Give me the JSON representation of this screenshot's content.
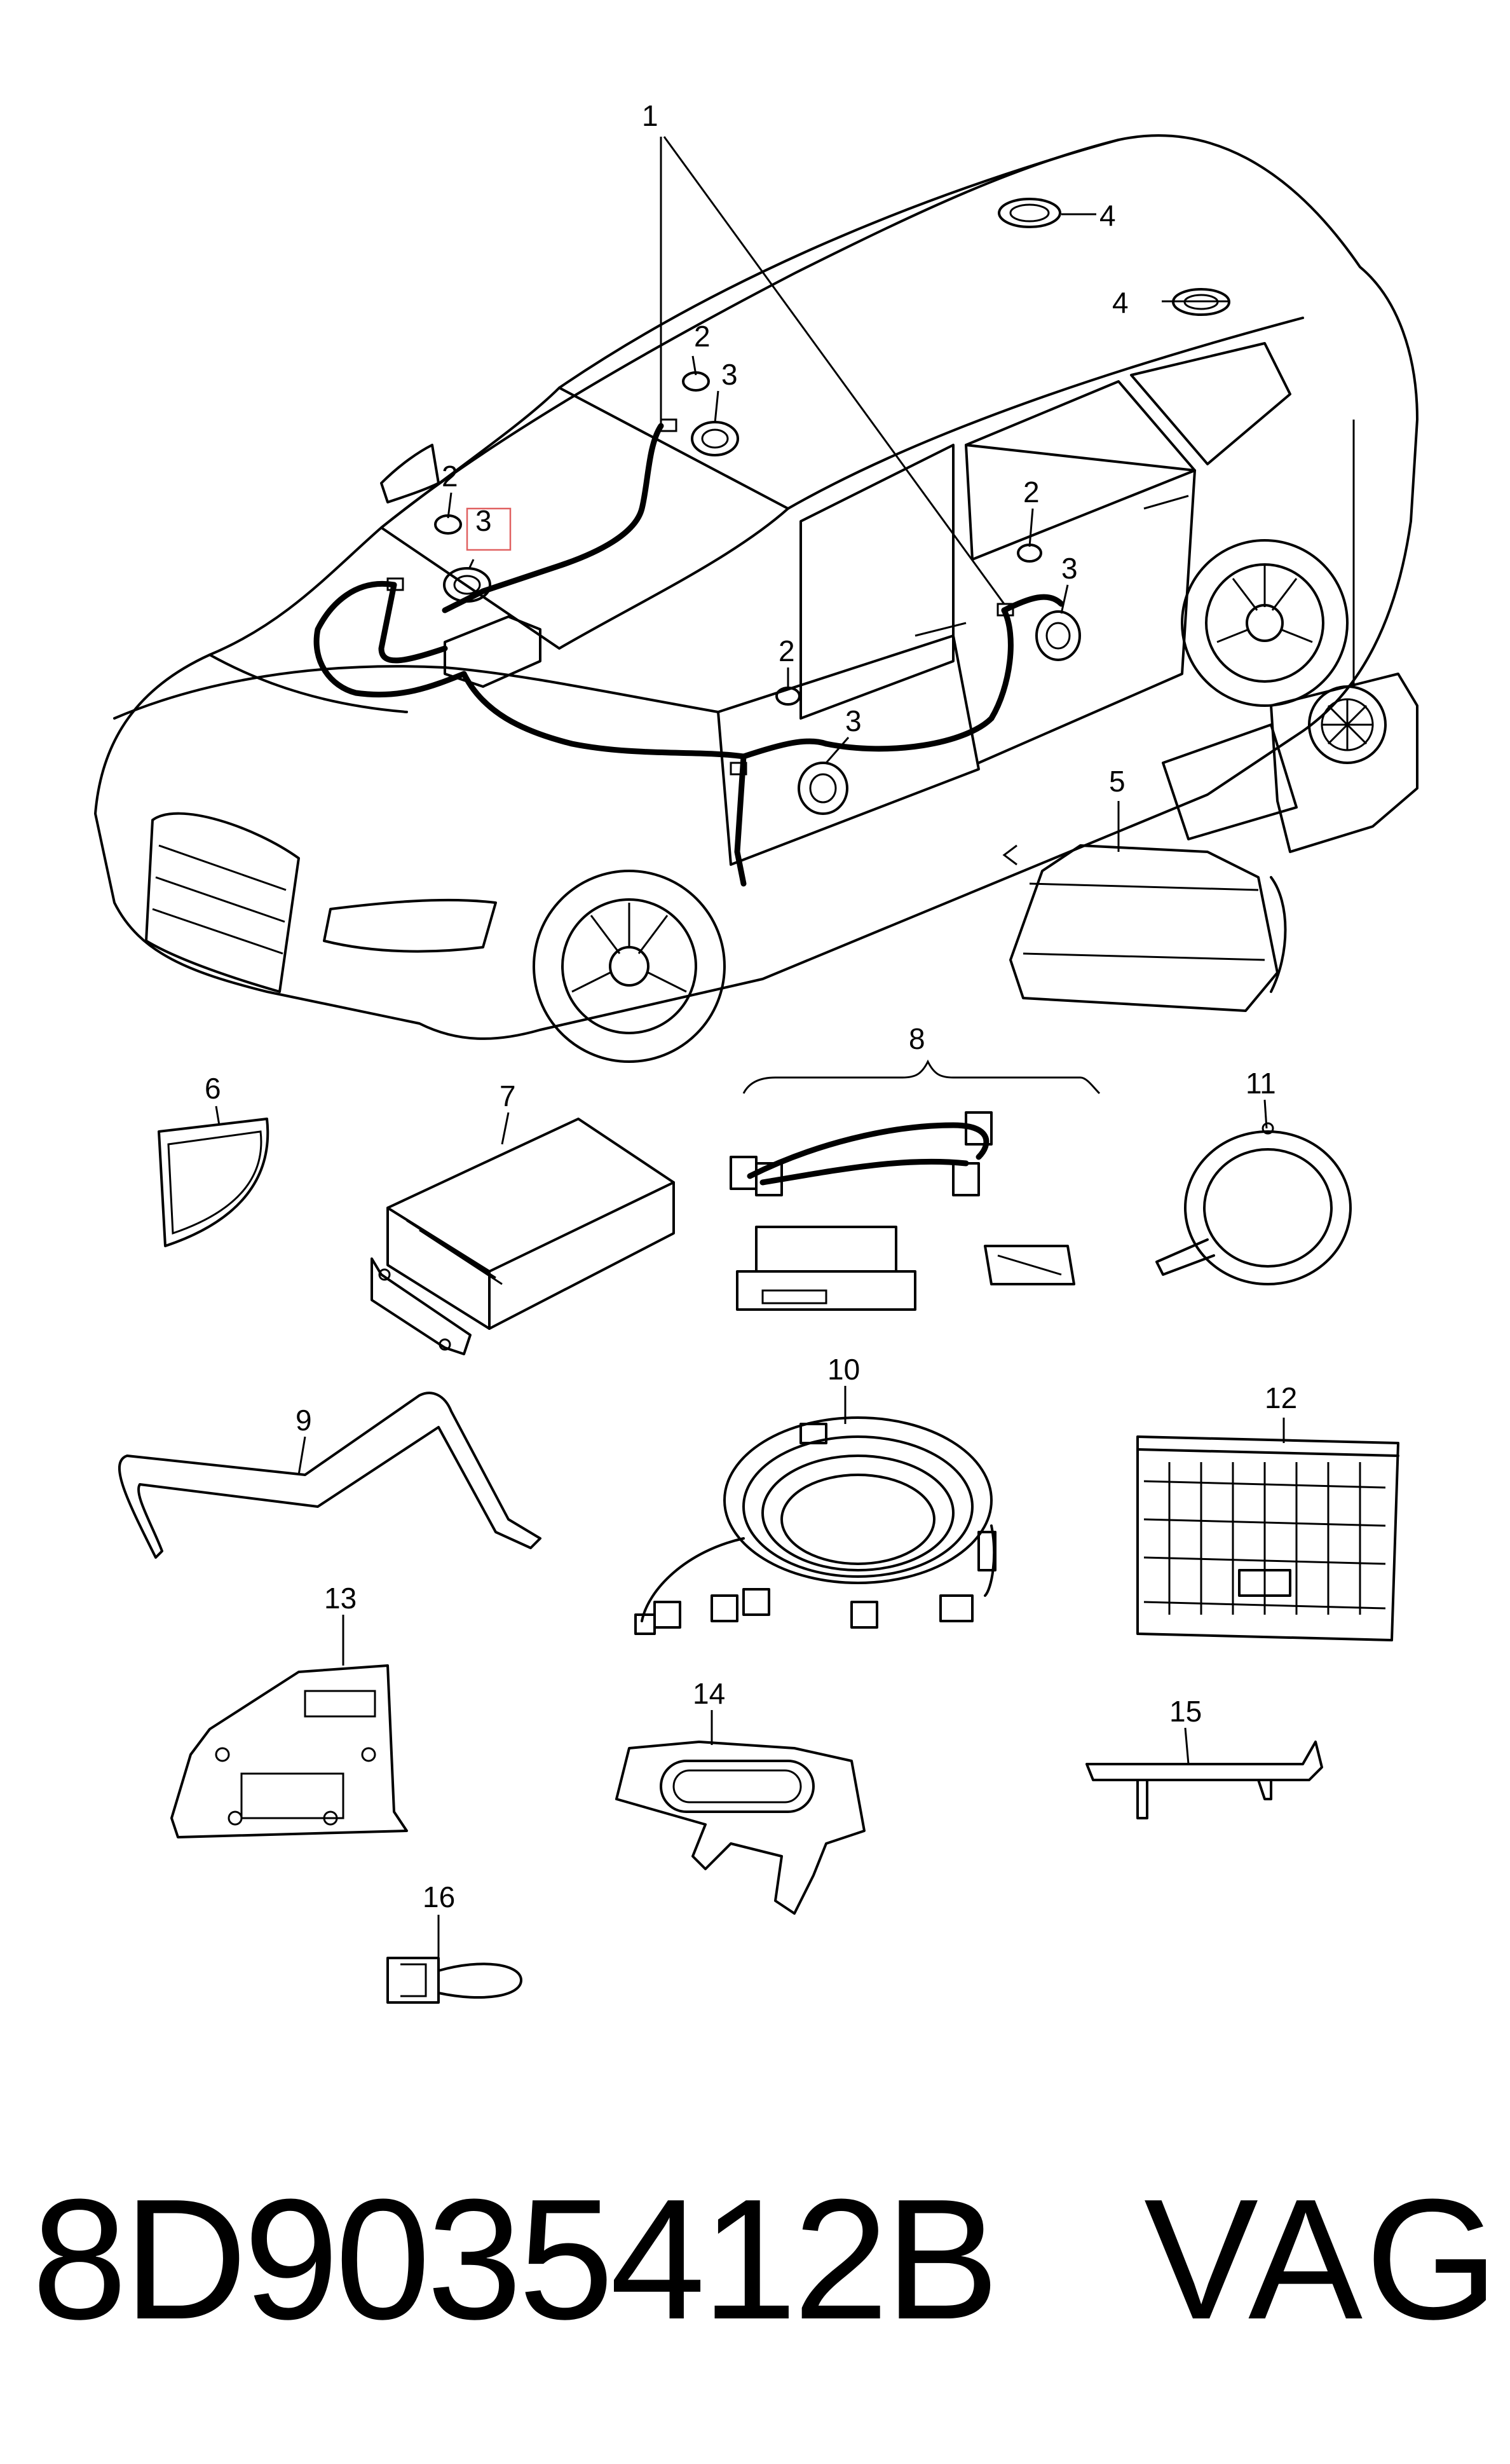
{
  "callouts": {
    "c1": "1",
    "c2": "2",
    "c3": "3",
    "c4": "4",
    "c5": "5",
    "c6": "6",
    "c7": "7",
    "c8": "8",
    "c9": "9",
    "c10": "10",
    "c11": "11",
    "c12": "12",
    "c13": "13",
    "c14": "14",
    "c15": "15",
    "c16": "16"
  },
  "highlight_color": "#e06060",
  "footer": {
    "part_number": "8D9035412B",
    "brand": "VAG"
  }
}
